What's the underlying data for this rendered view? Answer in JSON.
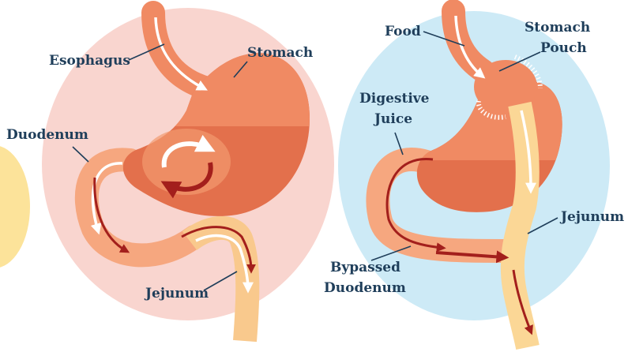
{
  "diagram": {
    "left_panel": {
      "labels": {
        "esophagus": "Esophagus",
        "stomach": "Stomach",
        "duodenum": "Duodenum",
        "jejunum": "Jejunum"
      }
    },
    "right_panel": {
      "labels": {
        "food": "Food",
        "stomach_pouch_line1": "Stomach",
        "stomach_pouch_line2": "Pouch",
        "digestive_juice_line1": "Digestive",
        "digestive_juice_line2": "Juice",
        "jejunum": "Jejunum",
        "bypassed_duodenum_line1": "Bypassed",
        "bypassed_duodenum_line2": "Duodenum"
      }
    },
    "colors": {
      "left_background": "#f9d5cf",
      "right_background": "#cdeaf6",
      "stomach_light": "#f08a63",
      "stomach_dark": "#e3704c",
      "intestine_light": "#f6a77f",
      "jejunum_fill": "#fbd796",
      "arrow_red": "#a31f1c",
      "arrow_white": "#ffffff",
      "label_text": "#1f3e5a",
      "edge_sun": "#fce39a"
    }
  }
}
